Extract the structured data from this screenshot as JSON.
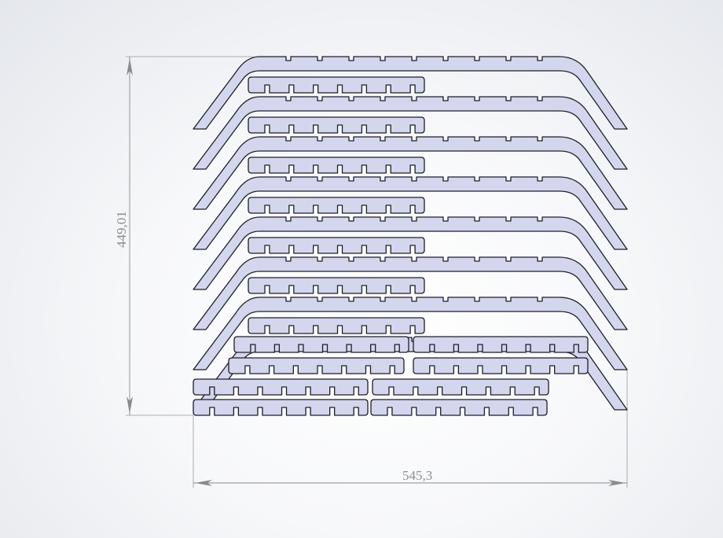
{
  "drawing": {
    "dimensions": {
      "width_label": "545,3",
      "height_label": "449,01"
    },
    "colors": {
      "part_fill": "#d3d6ec",
      "part_stroke": "#1e1e28",
      "dimension_line": "#8a8a8a",
      "dimension_text": "#8d8d8d"
    },
    "parts": {
      "arch_ribs": 8,
      "short_slotted_strips": 7,
      "bottom_strip_rows": 4,
      "strips_per_bottom_row": 2
    }
  }
}
